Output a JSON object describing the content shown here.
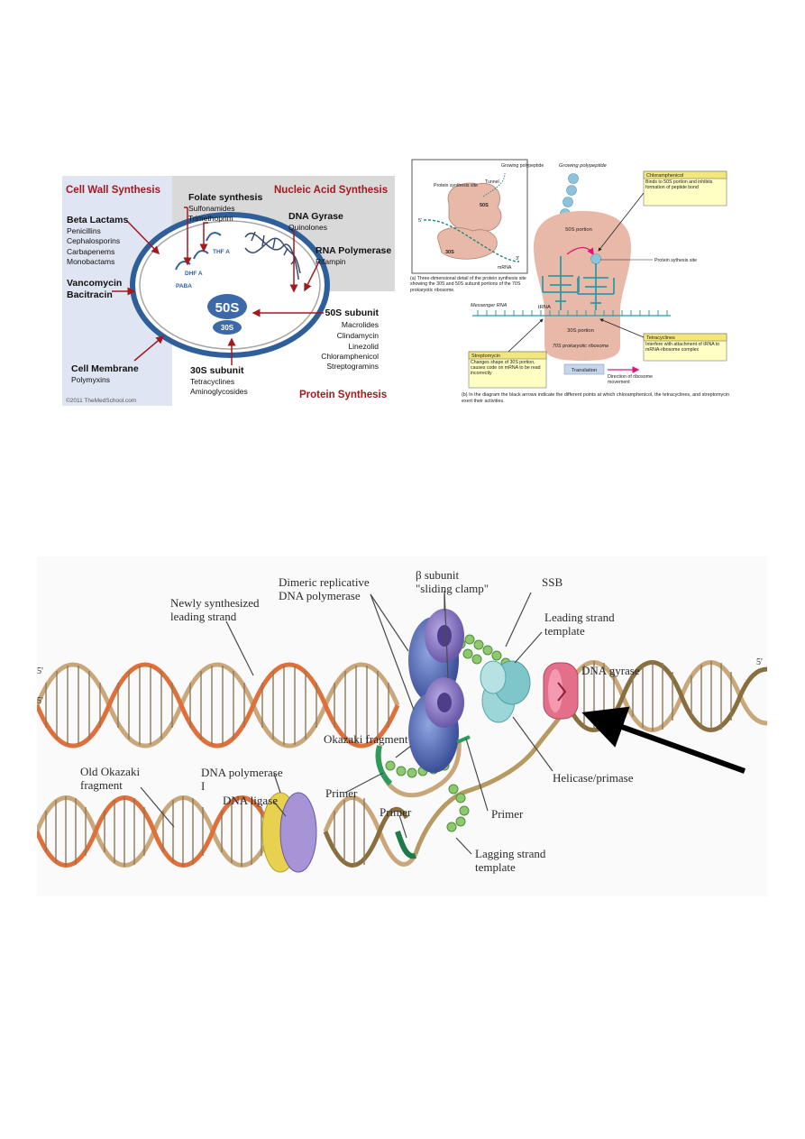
{
  "top_left": {
    "cell_wall": "Cell Wall Synthesis",
    "nucleic": "Nucleic Acid Synthesis",
    "protein": "Protein Synthesis",
    "folate_title": "Folate synthesis",
    "folate_1": "Sulfonamides",
    "folate_2": "Trimethoprim",
    "beta_title": "Beta Lactams",
    "beta_1": "Penicillins",
    "beta_2": "Cephalosporins",
    "beta_3": "Carbapenems",
    "beta_4": "Monobactams",
    "vanco": "Vancomycin",
    "baci": "Bacitracin",
    "membrane_title": "Cell Membrane",
    "membrane_1": "Polymyxins",
    "gyrase_title": "DNA Gyrase",
    "gyrase_1": "Quinolones",
    "rnapol_title": "RNA Polymerase",
    "rnapol_1": "Rifampin",
    "s50_title": "50S subunit",
    "s50_1": "Macrolides",
    "s50_2": "Clindamycin",
    "s50_3": "Linezolid",
    "s50_4": "Chloramphenicol",
    "s50_5": "Streptogramins",
    "s30_title": "30S subunit",
    "s30_1": "Tetracyclines",
    "s30_2": "Aminoglycosides",
    "ribo_50": "50S",
    "ribo_30": "30S",
    "paba": "PABA",
    "dhfa": "DHF A",
    "thfa": "THF A",
    "copyright": "©2011 TheMedSchool.com"
  },
  "top_right": {
    "growing_poly_inset": "Growing polypeptide",
    "tunnel": "Tunnel",
    "protein_synthesis_site": "Protein synthesis site",
    "five_prime": "5'",
    "three_prime": "3'",
    "inset_50s": "50S",
    "inset_30s": "30S",
    "inset_mrna": "mRNA",
    "caption_a": "(a) Three-dimensional detail of the protein synthesis site showing the 30S and 50S subunit portions of the 70S prokaryotic ribosome.",
    "growing_poly": "Growing polypeptide",
    "chloram_title": "Chloramphenicol",
    "chloram_desc": "Binds to 50S portion and inhibits formation of peptide bond",
    "portion_50s": "50S portion",
    "trna": "tRNA",
    "protein_site": "Protein sythesis site",
    "messenger_rna": "Messenger RNA",
    "portion_30s": "30S portion",
    "tetra_title": "Tetracyclines",
    "tetra_desc": "Interfere with attachment of tRNA to mRNA-ribosome complex",
    "strepto_title": "Streptomycin",
    "strepto_desc": "Changes shape of 30S portion, causes code on mRNA to be read incorrectly",
    "ribo70": "70S prokaryotic ribosome",
    "translation": "Translation",
    "direction": "Direction of ribosome movement",
    "caption_b": "(b) In the diagram the black arrows indicate the different points at which chloramphenicol, the tetracyclines, and streptomycin exert their activities."
  },
  "bottom": {
    "newly": "Newly synthesized leading strand",
    "dimeric": "Dimeric replicative DNA polymerase",
    "beta_sub": "β subunit \"sliding clamp\"",
    "ssb": "SSB",
    "leading_template": "Leading strand template",
    "gyrase": "DNA gyrase",
    "okazaki": "Okazaki fragment",
    "primer1": "Primer",
    "primer2": "Primer",
    "primer3": "Primer",
    "helicase": "Helicase/primase",
    "old_okazaki": "Old Okazaki fragment",
    "dnapol1": "DNA polymerase I",
    "ligase": "DNA ligase",
    "lagging": "Lagging strand template",
    "five_a": "5'",
    "five_b": "5'",
    "five_c": "5'"
  },
  "colors": {
    "dark_red": "#a3191e",
    "blue_cell": "#2e5f9a",
    "left_panel": "#dfe5f2",
    "right_panel": "#d9d9d9",
    "ribosome_pink": "#e8b8a8",
    "trna_teal": "#3aa0a6",
    "clamp_purple": "#8a79c2",
    "gyrase_pink": "#e36f8b",
    "helicase_teal": "#7fc6c8",
    "ligase_yellow": "#e8d14f"
  }
}
